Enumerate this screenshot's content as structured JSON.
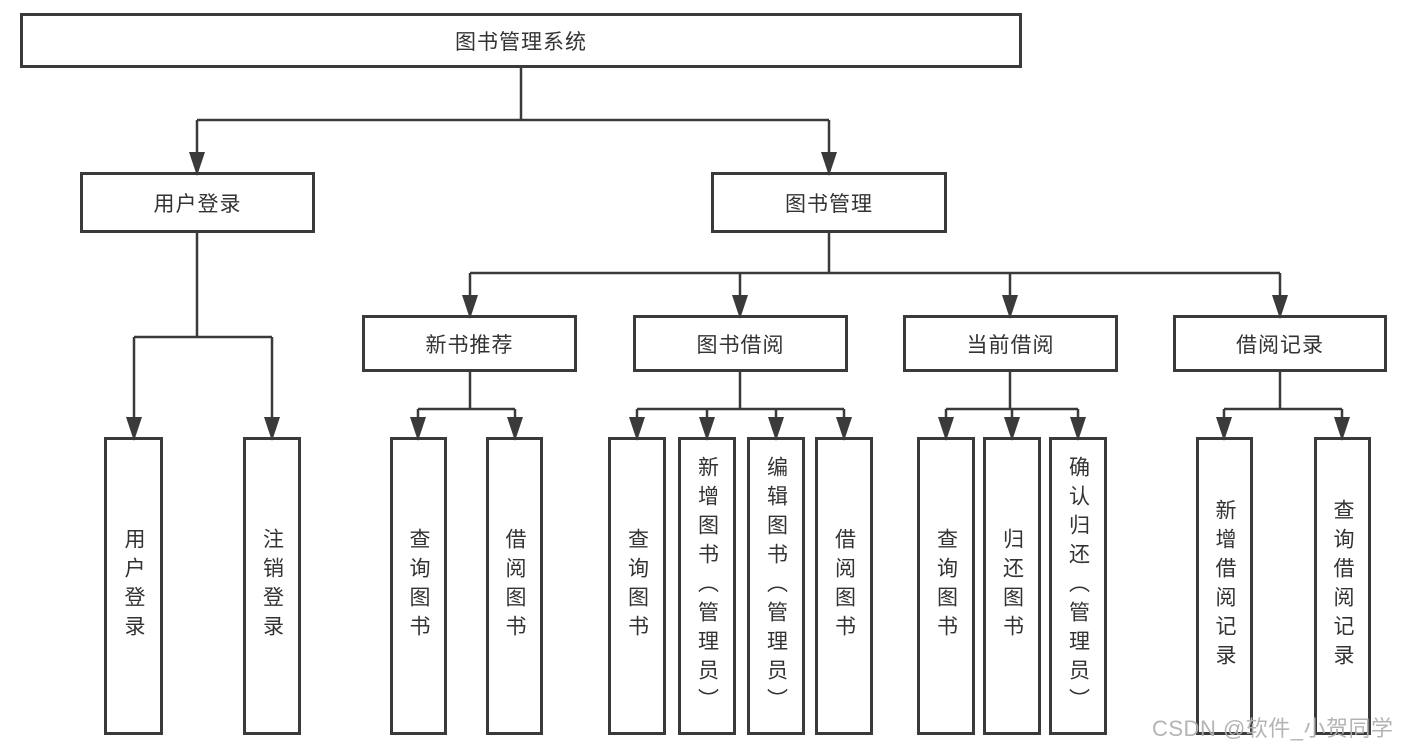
{
  "diagram": {
    "title": "图书管理系统",
    "root": {
      "label": "图书管理系统"
    },
    "level2": [
      {
        "label": "用户登录"
      },
      {
        "label": "图书管理"
      }
    ],
    "level3": [
      {
        "label": "新书推荐"
      },
      {
        "label": "图书借阅"
      },
      {
        "label": "当前借阅"
      },
      {
        "label": "借阅记录"
      }
    ],
    "leaves": {
      "user": [
        {
          "label": "用户登录"
        },
        {
          "label": "注销登录"
        }
      ],
      "new_book": [
        {
          "label": "查询图书"
        },
        {
          "label": "借阅图书"
        }
      ],
      "borrow": [
        {
          "label": "查询图书"
        },
        {
          "label": "新增图书（管理员）"
        },
        {
          "label": "编辑图书（管理员）"
        },
        {
          "label": "借阅图书"
        }
      ],
      "current": [
        {
          "label": "查询图书"
        },
        {
          "label": "归还图书"
        },
        {
          "label": "确认归还（管理员）"
        }
      ],
      "records": [
        {
          "label": "新增借阅记录"
        },
        {
          "label": "查询借阅记录"
        }
      ]
    },
    "colors": {
      "line": "#3a3a3a",
      "box_border": "#3a3a3a",
      "box_fill": "#ffffff",
      "text": "#333333",
      "watermark": "#b0b0b0",
      "background": "#ffffff"
    },
    "watermark": "CSDN @软件_小贺同学"
  }
}
